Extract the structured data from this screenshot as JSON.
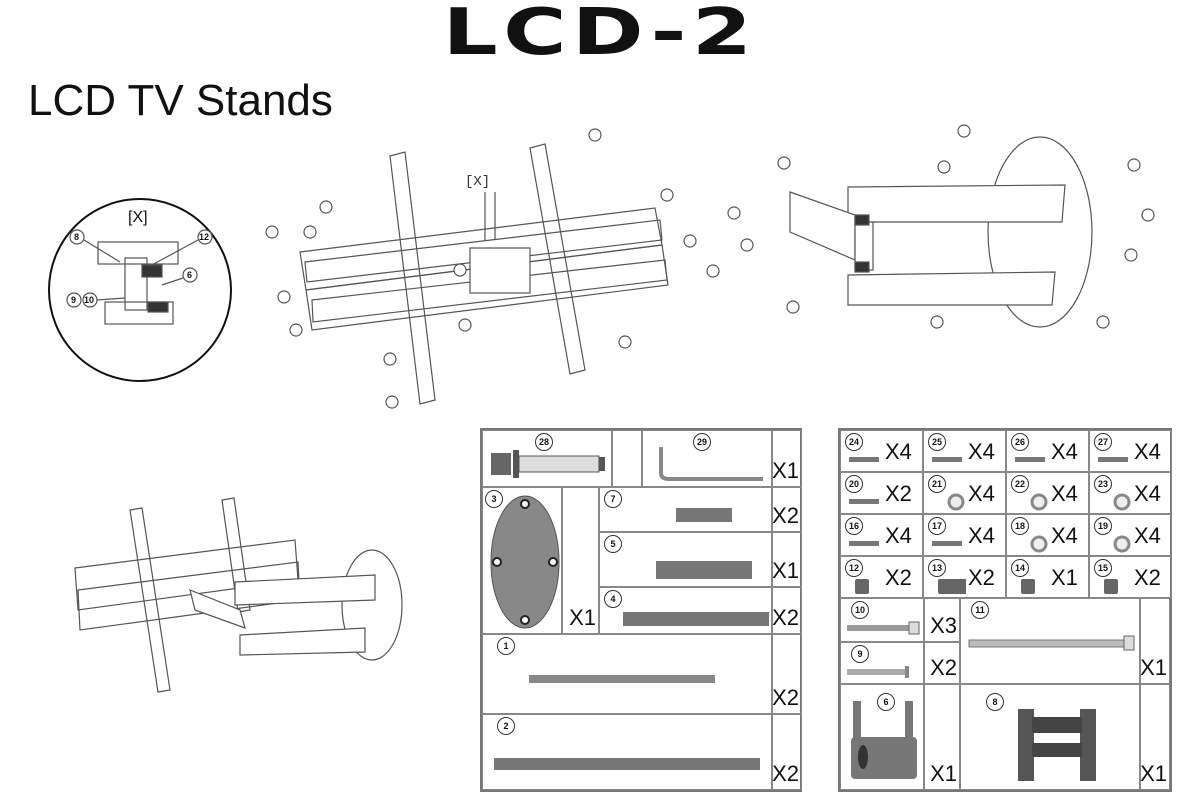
{
  "header": {
    "title": "LCD-2",
    "subtitle": "LCD TV  Stands"
  },
  "inset": {
    "label": "[X]",
    "callouts": [
      "8",
      "12",
      "6",
      "9",
      "10"
    ]
  },
  "exploded_view": {
    "label": "[X]"
  },
  "colors": {
    "line": "#555555",
    "part_fill": "#777777",
    "border": "#888888"
  },
  "parts_table_main": {
    "rows": [
      {
        "id": "28",
        "qty": "X1",
        "id2": "29"
      },
      {
        "id": "3",
        "qty": "X1"
      },
      {
        "id": "7",
        "qty": "X2"
      },
      {
        "id": "5",
        "qty": "X1"
      },
      {
        "id": "4",
        "qty": "X2"
      },
      {
        "id": "1",
        "qty": "X2"
      },
      {
        "id": "2",
        "qty": "X2"
      }
    ]
  },
  "parts_table_hardware": {
    "small": [
      {
        "id": "24",
        "qty": "X4"
      },
      {
        "id": "25",
        "qty": "X4"
      },
      {
        "id": "26",
        "qty": "X4"
      },
      {
        "id": "27",
        "qty": "X4"
      },
      {
        "id": "20",
        "qty": "X2"
      },
      {
        "id": "21",
        "qty": "X4"
      },
      {
        "id": "22",
        "qty": "X4"
      },
      {
        "id": "23",
        "qty": "X4"
      },
      {
        "id": "16",
        "qty": "X4"
      },
      {
        "id": "17",
        "qty": "X4"
      },
      {
        "id": "18",
        "qty": "X4"
      },
      {
        "id": "19",
        "qty": "X4"
      },
      {
        "id": "12",
        "qty": "X2"
      },
      {
        "id": "13",
        "qty": "X2"
      },
      {
        "id": "14",
        "qty": "X1"
      },
      {
        "id": "15",
        "qty": "X2"
      }
    ],
    "bolt10": {
      "id": "10",
      "qty": "X3"
    },
    "bolt9": {
      "id": "9",
      "qty": "X2"
    },
    "bolt11": {
      "id": "11",
      "qty": "X1"
    },
    "bracket6": {
      "id": "6",
      "qty": "X1"
    },
    "plate8": {
      "id": "8",
      "qty": "X1"
    }
  }
}
